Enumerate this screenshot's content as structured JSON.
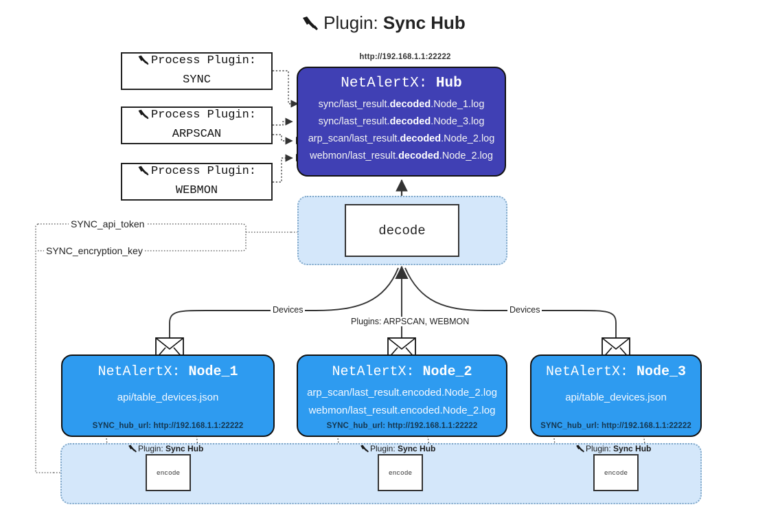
{
  "title": {
    "icon": "plug-icon",
    "prefix": "Plugin: ",
    "name": "Sync Hub"
  },
  "process_plugins": [
    {
      "icon": "plug-icon",
      "line1": "Process Plugin:",
      "line2": "SYNC"
    },
    {
      "icon": "plug-icon",
      "line1": "Process Plugin:",
      "line2": "ARPSCAN"
    },
    {
      "icon": "plug-icon",
      "line1": "Process Plugin:",
      "line2": "WEBMON"
    }
  ],
  "hub": {
    "url": "http://192.168.1.1:22222",
    "header_prefix": "NetAlertX: ",
    "header_name": "Hub",
    "logs": [
      {
        "pre": "sync/last_result.",
        "em": "decoded",
        "post": ".Node_1.log"
      },
      {
        "pre": "sync/last_result.",
        "em": "decoded",
        "post": ".Node_3.log"
      },
      {
        "pre": "arp_scan/last_result.",
        "em": "decoded",
        "post": ".Node_2.log"
      },
      {
        "pre": "webmon/last_result.",
        "em": "decoded",
        "post": ".Node_2.log"
      }
    ]
  },
  "decode": {
    "label": "decode"
  },
  "secrets": [
    {
      "label": "SYNC_api_token"
    },
    {
      "label": "SYNC_encryption_key"
    }
  ],
  "edge_labels": {
    "devices_left": "Devices",
    "devices_right": "Devices",
    "plugins_center": "Plugins: ARPSCAN, WEBMON"
  },
  "nodes": [
    {
      "header_prefix": "NetAlertX: ",
      "header_name": "Node_1",
      "lines": [
        "api/table_devices.json"
      ],
      "url": "SYNC_hub_url: http://192.168.1.1:22222",
      "mail_icon": "envelope-icon"
    },
    {
      "header_prefix": "NetAlertX: ",
      "header_name": "Node_2",
      "lines": [
        "arp_scan/last_result.encoded.Node_2.log",
        "webmon/last_result.encoded.Node_2.log"
      ],
      "url": "SYNC_hub_url: http://192.168.1.1:22222",
      "mail_icon": "envelope-icon"
    },
    {
      "header_prefix": "NetAlertX: ",
      "header_name": "Node_3",
      "lines": [
        "api/table_devices.json"
      ],
      "url": "SYNC_hub_url: http://192.168.1.1:22222",
      "mail_icon": "envelope-icon"
    }
  ],
  "encoders": [
    {
      "caption_prefix": "Plugin: ",
      "caption_name": "Sync Hub",
      "box_label": "encode",
      "icon": "plug-icon"
    },
    {
      "caption_prefix": "Plugin: ",
      "caption_name": "Sync Hub",
      "box_label": "encode",
      "icon": "plug-icon"
    },
    {
      "caption_prefix": "Plugin: ",
      "caption_name": "Sync Hub",
      "box_label": "encode",
      "icon": "plug-icon"
    }
  ],
  "colors": {
    "hub_fill": "#4040b4",
    "node_fill": "#2e9bf0",
    "container_fill": "#d4e7fa",
    "container_border": "#7fa7c8",
    "stroke": "#333333",
    "page_bg": "#ffffff"
  }
}
